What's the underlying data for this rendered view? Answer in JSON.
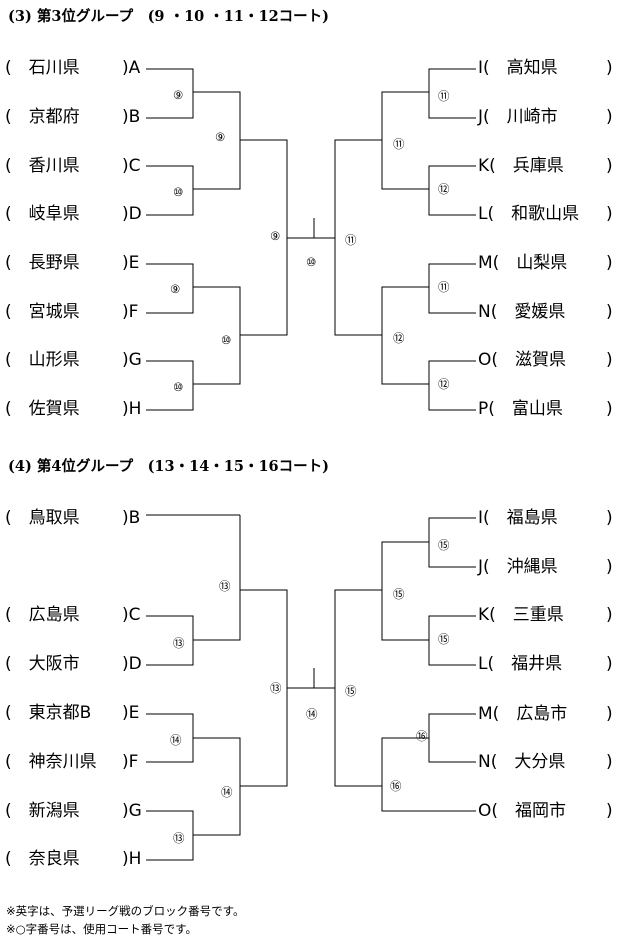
{
  "notes": [
    "※英字は、予選リーグ戦のブロック番号です。",
    "※○字番号は、使用コート番号です。"
  ],
  "groups": [
    {
      "title": "(3) 第3位グループ　(9 ・10 ・11・12コート)",
      "left": [
        {
          "name": "石川県",
          "block": "A"
        },
        {
          "name": "京都府",
          "block": "B"
        },
        {
          "name": "香川県",
          "block": "C"
        },
        {
          "name": "岐阜県",
          "block": "D"
        },
        {
          "name": "長野県",
          "block": "E"
        },
        {
          "name": "宮城県",
          "block": "F"
        },
        {
          "name": "山形県",
          "block": "G"
        },
        {
          "name": "佐賀県",
          "block": "H"
        }
      ],
      "right": [
        {
          "name": "高知県",
          "block": "I"
        },
        {
          "name": "川崎市",
          "block": "J"
        },
        {
          "name": "兵庫県",
          "block": "K"
        },
        {
          "name": "和歌山県",
          "block": "L"
        },
        {
          "name": "山梨県",
          "block": "M"
        },
        {
          "name": "愛媛県",
          "block": "N"
        },
        {
          "name": "滋賀県",
          "block": "O"
        },
        {
          "name": "富山県",
          "block": "P"
        }
      ],
      "courts": {
        "l1": [
          "⑨",
          "⑩",
          "⑨",
          "⑩"
        ],
        "l2": [
          "⑨",
          "⑩"
        ],
        "l3": "⑨",
        "final": "⑩",
        "r3": "⑪",
        "r2": [
          "⑪",
          "⑫"
        ],
        "r1": [
          "⑪",
          "⑫",
          "⑪",
          "⑫"
        ]
      }
    },
    {
      "title": "(4) 第4位グループ　(13・14・15・16コート)",
      "left": [
        {
          "name": "鳥取県",
          "block": "B"
        },
        {
          "name": "広島県",
          "block": "C"
        },
        {
          "name": "大阪市",
          "block": "D"
        },
        {
          "name": "東京都B",
          "block": "E"
        },
        {
          "name": "神奈川県",
          "block": "F"
        },
        {
          "name": "新潟県",
          "block": "G"
        },
        {
          "name": "奈良県",
          "block": "H"
        }
      ],
      "right": [
        {
          "name": "福島県",
          "block": "I"
        },
        {
          "name": "沖縄県",
          "block": "J"
        },
        {
          "name": "三重県",
          "block": "K"
        },
        {
          "name": "福井県",
          "block": "L"
        },
        {
          "name": "広島市",
          "block": "M"
        },
        {
          "name": "大分県",
          "block": "N"
        },
        {
          "name": "福岡市",
          "block": "O"
        }
      ],
      "courts": {
        "l1": [
          "⑬",
          "⑭",
          "⑬"
        ],
        "l2": [
          "⑬",
          "⑭"
        ],
        "l3": "⑬",
        "final": "⑭",
        "r3": "⑮",
        "r2": [
          "⑮",
          "⑯"
        ],
        "r1": [
          "⑮",
          "⑮",
          "⑯"
        ]
      }
    }
  ]
}
